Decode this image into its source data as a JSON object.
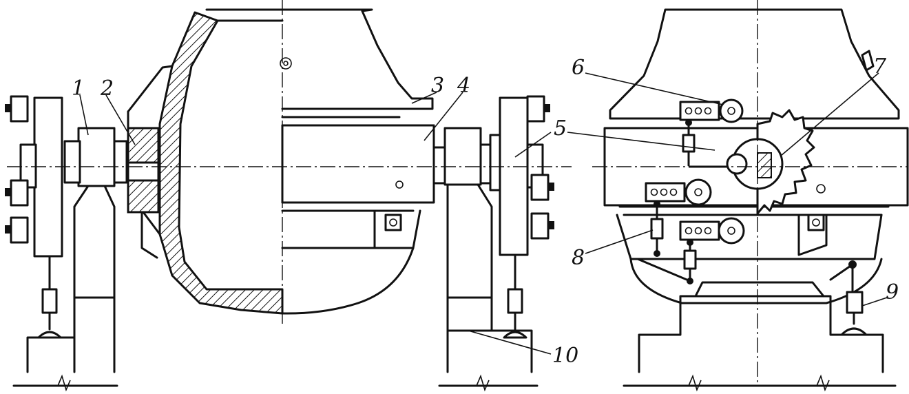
{
  "labels": {
    "l1": "1",
    "l2": "2",
    "l3": "3",
    "l4": "4",
    "l5a": "5",
    "l5b": "5",
    "l6": "6",
    "l7": "7",
    "l8": "8",
    "l9": "9",
    "l10": "10"
  }
}
